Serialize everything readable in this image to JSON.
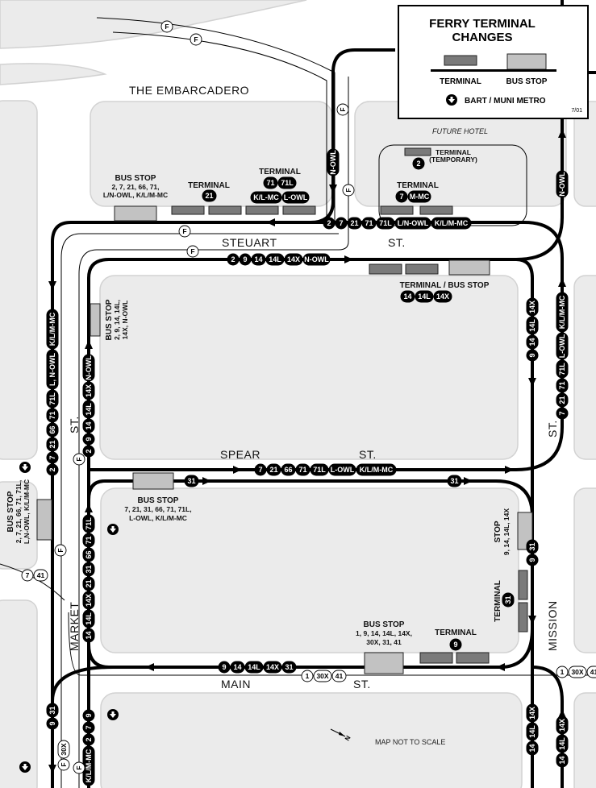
{
  "legend": {
    "title_line1": "FERRY TERMINAL",
    "title_line2": "CHANGES",
    "terminal_label": "TERMINAL",
    "bus_stop_label": "BUS STOP",
    "bart_label": "BART / MUNI METRO",
    "date": "7/01",
    "terminal_color": "#7a7a7a",
    "bus_stop_color": "#c2c2c2",
    "bart_icon": "down-arrow-circle-icon"
  },
  "streets": {
    "embarcadero": "THE  EMBARCADERO",
    "steuart": "STEUART",
    "steuart_st": "ST.",
    "spear": "SPEAR",
    "spear_st": "ST.",
    "main": "MAIN",
    "main_st": "ST.",
    "market": "MARKET",
    "mission": "MISSION",
    "left_st": "ST.",
    "right_st": "ST."
  },
  "notes": {
    "future_hotel": "FUTURE HOTEL",
    "not_to_scale": "MAP NOT TO SCALE",
    "north": "N"
  },
  "stop_labels": {
    "embarcadero_bus_stop": [
      "BUS STOP",
      "2, 7, 21, 66, 71,",
      "L/N-OWL, K/L/M-MC"
    ],
    "terminal_21": "TERMINAL",
    "terminal_71": "TERMINAL",
    "terminal_2": [
      "TERMINAL",
      "(TEMPORARY)"
    ],
    "terminal_7": "TERMINAL",
    "terminal_bus_stop_14": "TERMINAL / BUS STOP",
    "steuart_bus_stop": [
      "BUS STOP",
      "2, 9, 14, 14L,",
      "14X, N-OWL"
    ],
    "spear_bus_stop": [
      "BUS STOP",
      "7, 21, 31, 66, 71, 71L,",
      "L-OWL, K/L/M-MC"
    ],
    "market_bus_stop": [
      "BUS STOP",
      "2, 7, 21, 66, 71, 71L,",
      "L,N-OWL, K/L/M-MC"
    ],
    "mission_stop": [
      "STOP",
      "9, 14, 14L, 14X"
    ],
    "terminal_31": "TERMINAL",
    "main_bus_stop": [
      "BUS STOP",
      "1, 9, 14, 14L, 14X,",
      "30X, 31, 41"
    ],
    "terminal_9": "TERMINAL"
  },
  "badge_groups": [
    {
      "name": "steuart-inbound-routes",
      "style": "solid",
      "labels": [
        "2",
        "7",
        "21",
        "71",
        "71L",
        "L/N-OWL",
        "K/L/M-MC"
      ]
    },
    {
      "name": "steuart-outbound-routes",
      "style": "solid",
      "labels": [
        "2",
        "9",
        "14",
        "14L",
        "14X",
        "N-OWL"
      ]
    },
    {
      "name": "spear-routes",
      "style": "solid",
      "labels": [
        "7",
        "21",
        "66",
        "71",
        "71L",
        "L-OWL",
        "K/L/M-MC"
      ]
    },
    {
      "name": "route-31-west",
      "style": "solid",
      "labels": [
        "31"
      ]
    },
    {
      "name": "route-31-east",
      "style": "solid",
      "labels": [
        "31"
      ]
    },
    {
      "name": "main-routes",
      "style": "solid",
      "labels": [
        "9",
        "14",
        "14L",
        "14X",
        "31"
      ]
    },
    {
      "name": "embarcadero-southbound-routes",
      "style": "solid",
      "labels": [
        "2",
        "7",
        "21",
        "66",
        "71",
        "71L",
        "L, N-OWL",
        "K/L/M-MC"
      ]
    },
    {
      "name": "steuart-northbound-routes",
      "style": "solid",
      "labels": [
        "2",
        "9",
        "14",
        "14L",
        "14X",
        "N-OWL"
      ]
    },
    {
      "name": "market-northbound-routes",
      "style": "solid",
      "labels": [
        "14",
        "14L",
        "14X",
        "21",
        "31",
        "66",
        "71",
        "71L"
      ]
    },
    {
      "name": "market-lower-routes",
      "style": "solid",
      "labels": [
        "K/L/M-MC",
        "2",
        "7",
        "9"
      ]
    },
    {
      "name": "market-southbound-routes",
      "style": "solid",
      "labels": [
        "9",
        "31"
      ]
    },
    {
      "name": "mission-south-routes",
      "style": "solid",
      "labels": [
        "9",
        "14",
        "14L",
        "14X"
      ]
    },
    {
      "name": "spear-northbound-routes",
      "style": "solid",
      "labels": [
        "7",
        "21",
        "71",
        "71L",
        "L-OWL",
        "K/L/M-MC"
      ]
    },
    {
      "name": "n-owl-north",
      "style": "solid",
      "labels": [
        "N-OWL"
      ]
    },
    {
      "name": "n-owl-embarcadero",
      "style": "solid",
      "labels": [
        "N-OWL"
      ]
    },
    {
      "name": "mission-9-31",
      "style": "solid",
      "labels": [
        "9",
        "31"
      ]
    },
    {
      "name": "mission-lower-south",
      "style": "solid",
      "labels": [
        "14",
        "14L",
        "14X"
      ]
    },
    {
      "name": "mission-lower-north",
      "style": "solid",
      "labels": [
        "14",
        "14L",
        "14X"
      ]
    },
    {
      "name": "terminal-21-routes",
      "style": "solid",
      "labels": [
        "21"
      ]
    },
    {
      "name": "terminal-71-routes",
      "style": "solid",
      "labels": [
        "71",
        "71L"
      ]
    },
    {
      "name": "terminal-metro-routes",
      "style": "solid",
      "labels": [
        "K/L-MC",
        "L-OWL"
      ]
    },
    {
      "name": "terminal-2-routes",
      "style": "solid",
      "labels": [
        "2"
      ]
    },
    {
      "name": "terminal-7-routes",
      "style": "solid",
      "labels": [
        "7",
        "M-MC"
      ]
    },
    {
      "name": "terminal-14-routes",
      "style": "solid",
      "labels": [
        "14",
        "14L",
        "14X"
      ]
    },
    {
      "name": "terminal-9-routes",
      "style": "solid",
      "labels": [
        "9"
      ]
    },
    {
      "name": "terminal-31-routes",
      "style": "solid",
      "labels": [
        "31"
      ]
    },
    {
      "name": "f-line-embarcadero-1",
      "style": "outline",
      "labels": [
        "F"
      ]
    },
    {
      "name": "f-line-embarcadero-2",
      "style": "outline",
      "labels": [
        "F"
      ]
    },
    {
      "name": "f-line-steuart-west",
      "style": "outline",
      "labels": [
        "F"
      ]
    },
    {
      "name": "f-line-steuart-east",
      "style": "outline",
      "labels": [
        "F"
      ]
    },
    {
      "name": "f-line-north-1",
      "style": "outline",
      "labels": [
        "F"
      ]
    },
    {
      "name": "f-line-north-2",
      "style": "outline",
      "labels": [
        "F"
      ]
    },
    {
      "name": "f-line-market-1",
      "style": "outline",
      "labels": [
        "F"
      ]
    },
    {
      "name": "f-line-market-2",
      "style": "outline",
      "labels": [
        "F"
      ]
    },
    {
      "name": "market-7-41",
      "style": "outline",
      "labels": [
        "7",
        "41"
      ]
    },
    {
      "name": "main-1-30x-41",
      "style": "outline",
      "labels": [
        "1",
        "30X",
        "41"
      ]
    },
    {
      "name": "mission-1-30x-41",
      "style": "outline",
      "labels": [
        "1",
        "30X",
        "41"
      ]
    },
    {
      "name": "market-f-30x",
      "style": "outline",
      "labels": [
        "F",
        "30X"
      ]
    },
    {
      "name": "market-f-bottom",
      "style": "outline",
      "labels": [
        "F"
      ]
    }
  ]
}
